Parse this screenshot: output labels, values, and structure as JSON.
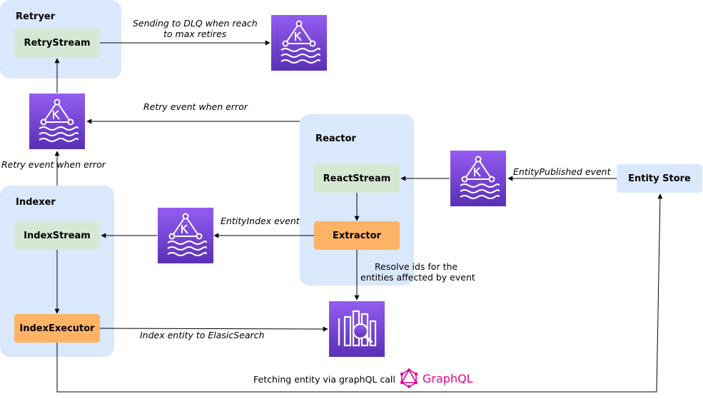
{
  "groups": {
    "retryer": "Retryer",
    "reactor": "Reactor",
    "indexer": "Indexer"
  },
  "nodes": {
    "retry_stream": "RetryStream",
    "react_stream": "ReactStream",
    "extractor": "Extractor",
    "index_stream": "IndexStream",
    "index_executor": "IndexExecutor",
    "entity_store": "Entity Store"
  },
  "edges": {
    "dlq_line1": "Sending to DLQ when reach",
    "dlq_line2": "to max retires",
    "retry_from_reactor": "Retry event when error",
    "retry_from_indexer": "Retry event when error",
    "entity_published": "EntityPublished event",
    "entity_index": "EntityIndex event",
    "resolve_line1": "Resolve ids for the",
    "resolve_line2": "entities affected by event",
    "index_es": "Index entity to ElasicSearch",
    "fetch_graphql": "Fetching entity via graphQL call"
  },
  "logos": {
    "graphql": "GraphQL"
  },
  "colors": {
    "group_fill": "#dae8fc",
    "stream_fill": "#d5e8d4",
    "processor_fill": "#ffb366",
    "kafka_icon_top": "#945df2",
    "kafka_icon_bottom": "#5a30b5",
    "graphql_brand": "#e10098"
  }
}
